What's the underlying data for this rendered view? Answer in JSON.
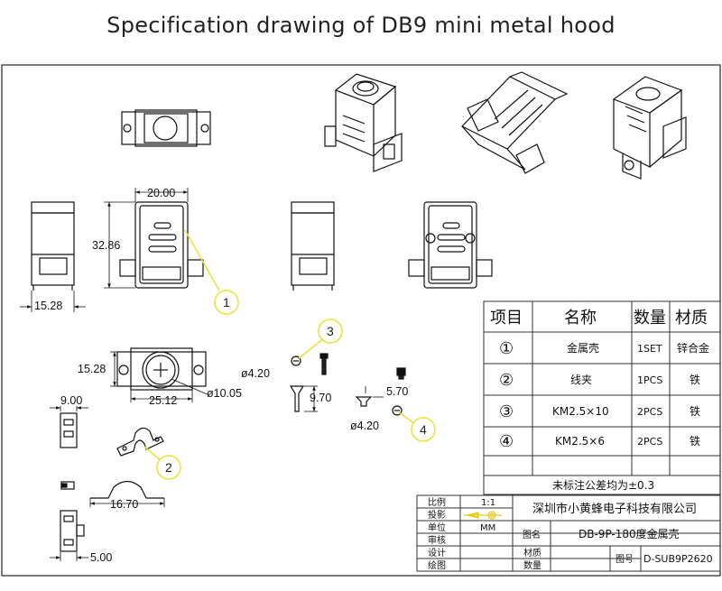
{
  "title": "Specification drawing of DB9 mini metal hood",
  "dimensions": {
    "hood_width": "20.00",
    "hood_height": "32.86",
    "side_width": "15.28",
    "top_height": "15.28",
    "top_width": "25.12",
    "hole_dia": "ø10.05",
    "screw_dia_a": "ø4.20",
    "screw_len_a": "9.70",
    "screw_dia_b": "ø4.20",
    "screw_len_b": "5.70",
    "clip_w1": "9.00",
    "clip_span": "16.70",
    "clip_w2": "5.00"
  },
  "callouts": [
    "1",
    "2",
    "3",
    "4"
  ],
  "parts_table": {
    "headers": [
      "项目",
      "名称",
      "数量",
      "材质"
    ],
    "rows": [
      {
        "no": "①",
        "name": "金属壳",
        "qty": "1SET",
        "material": "锌合金"
      },
      {
        "no": "②",
        "name": "线夹",
        "qty": "1PCS",
        "material": "铁"
      },
      {
        "no": "③",
        "name": "KM2.5×10",
        "qty": "2PCS",
        "material": "铁"
      },
      {
        "no": "④",
        "name": "KM2.5×6",
        "qty": "2PCS",
        "material": "铁"
      }
    ],
    "tolerance_note": "未标注公差均为±0.3"
  },
  "title_block": {
    "scale_label": "比例",
    "scale_value": "1:1",
    "projection_label": "投影",
    "unit_label": "单位",
    "unit_value": "MM",
    "review_label": "审核",
    "design_label": "设计",
    "draw_label": "绘图",
    "company": "深圳市小黄蜂电子科技有限公司",
    "drawing_name_label": "图名",
    "drawing_name": "DB-9P-180度金属壳",
    "material_label": "材质",
    "quantity_label": "数量",
    "drawing_no_label": "图号",
    "drawing_no": "D-SUB9P2620"
  },
  "colors": {
    "line": "#111111",
    "callout": "#e8e23a",
    "table_line": "#333333"
  }
}
